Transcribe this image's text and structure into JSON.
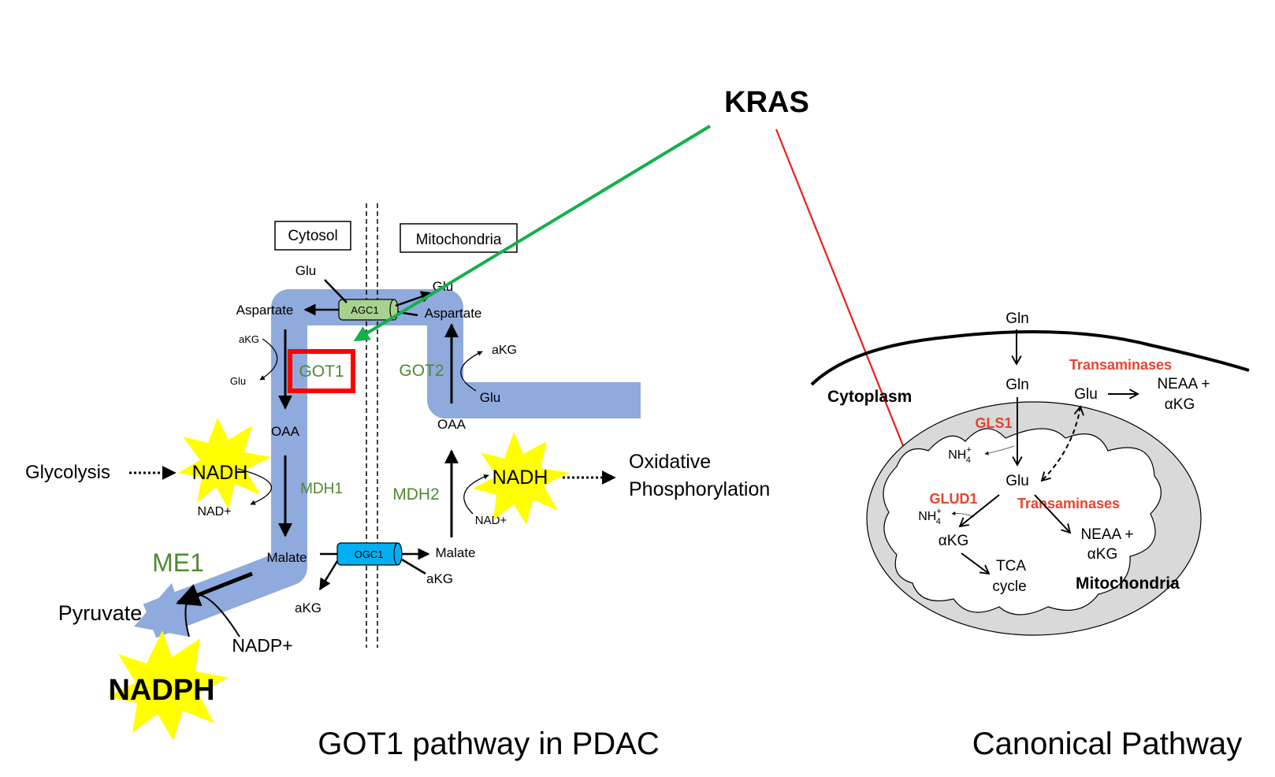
{
  "colors": {
    "flow": "#8faadc",
    "green_enzyme": "#4f8a2e",
    "red_enzyme": "#e8432e",
    "activation_arrow": "#13b04b",
    "inhibition_line": "#e8201b",
    "burst": "#ffff00",
    "agc1_fill": "#a9d18e",
    "ogc1_fill": "#00b0f0",
    "highlight_box": "#ff0000",
    "mito_fill": "#d9d9d9"
  },
  "kras": {
    "label": "KRAS"
  },
  "left": {
    "caption": "GOT1 pathway in PDAC",
    "compartments": {
      "cytosol": "Cytosol",
      "mitochondria": "Mitochondria"
    },
    "transporters": {
      "agc1": "AGC1",
      "ogc1": "OGC1"
    },
    "enzymes": {
      "got1": "GOT1",
      "got2": "GOT2",
      "mdh1": "MDH1",
      "mdh2": "MDH2",
      "me1": "ME1"
    },
    "metabolites": {
      "glu_top_cyt": "Glu",
      "glu_top_mito": "Glu",
      "aspartate_cyt": "Aspartate",
      "aspartate_mito": "Aspartate",
      "akg_cyt_got1": "aKG",
      "glu_cyt_got1": "Glu",
      "akg_mito_got2": "aKG",
      "glu_mito_got2": "Glu",
      "oaa_cyt": "OAA",
      "oaa_mito": "OAA",
      "nadh_cyt": "NADH",
      "nad_cyt": "NAD+",
      "nadh_mito": "NADH",
      "nad_mito": "NAD+",
      "malate_cyt": "Malate",
      "malate_mito": "Malate",
      "akg_ogc1_cyt": "aKG",
      "akg_ogc1_mito": "aKG",
      "pyruvate": "Pyruvate",
      "nadp": "NADP+",
      "nadph": "NADPH"
    },
    "glycolysis": "Glycolysis",
    "oxphos_line1": "Oxidative",
    "oxphos_line2": "Phosphorylation"
  },
  "right": {
    "caption": "Canonical Pathway",
    "cytoplasm": "Cytoplasm",
    "mitochondria": "Mitochondria",
    "gln_outside": "Gln",
    "gln_inside": "Gln",
    "glu_cyt": "Glu",
    "glu_mito": "Glu",
    "transaminases_cyt": "Transaminases",
    "transaminases_mito": "Transaminases",
    "neaa_cyt_1": "NEAA +",
    "neaa_cyt_2": "αKG",
    "neaa_mito_1": "NEAA +",
    "neaa_mito_2": "αKG",
    "gls1": "GLS1",
    "glud1": "GLUD1",
    "nh4_a": "NH",
    "nh4_a_sup": "+",
    "nh4_a_sub": "4",
    "nh4_b": "NH",
    "nh4_b_sup": "+",
    "nh4_b_sub": "4",
    "akg": "αKG",
    "tca_1": "TCA",
    "tca_2": "cycle"
  }
}
